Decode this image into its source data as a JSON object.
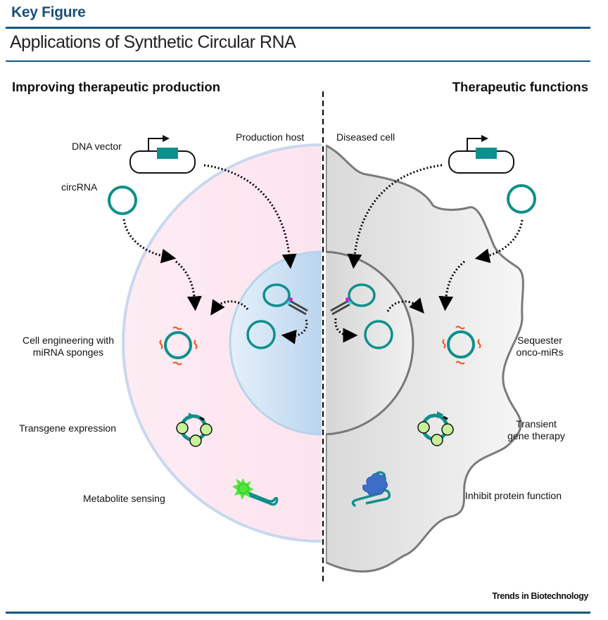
{
  "header": {
    "key_label": "Key Figure",
    "title": "Applications of Synthetic Circular RNA"
  },
  "sections": {
    "left_title": "Improving therapeutic production",
    "right_title": "Therapeutic functions"
  },
  "left_panel": {
    "host_label": "Production host",
    "dna_vector_label": "DNA vector",
    "circrna_label": "circRNA",
    "applications": [
      {
        "line1": "Cell engineering with",
        "line2": "miRNA sponges",
        "icon": "mirna-sponge-icon"
      },
      {
        "line1": "Transgene expression",
        "line2": "",
        "icon": "translating-circrna-icon"
      },
      {
        "line1": "Metabolite sensing",
        "line2": "",
        "icon": "aptamer-sensor-icon"
      }
    ]
  },
  "right_panel": {
    "host_label": "Diseased cell",
    "applications": [
      {
        "line1": "Sequester",
        "line2": "onco-miRs",
        "icon": "mirna-sponge-icon"
      },
      {
        "line1": "Transient",
        "line2": "gene therapy",
        "icon": "translating-circrna-icon"
      },
      {
        "line1": "Inhibit protein function",
        "line2": "",
        "icon": "protein-binding-aptamer-icon"
      }
    ]
  },
  "footer": {
    "credit": "Trends in Biotechnology"
  },
  "colors": {
    "brand_blue": "#145685",
    "circrna_teal": "#0f8f8c",
    "production_cytoplasm": "#fde3ef",
    "production_nucleus": "#4c9be6",
    "diseased_cytoplasm": "#ececec",
    "diseased_nucleus": "#a8a8a8",
    "mirna_orange": "#f04e14",
    "ribosome_green": "#c7f09a",
    "ligase_magenta": "#d61fd6",
    "ligase_cyan": "#22e3ef",
    "protein_blue": "#3d6ec7",
    "sensor_green": "#53e63a"
  }
}
